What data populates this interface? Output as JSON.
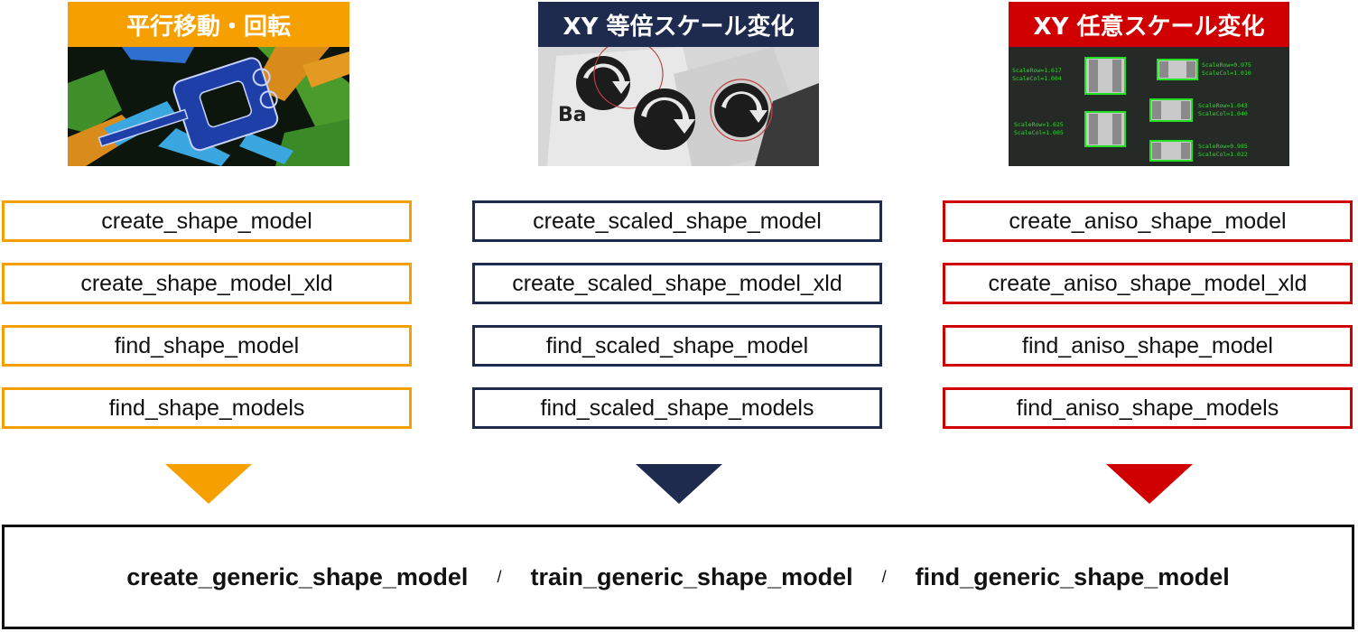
{
  "colors": {
    "orange": "#f5a000",
    "navy": "#1f2a4f",
    "red": "#d10000"
  },
  "columns": [
    {
      "key": "rigid",
      "header": "平行移動・回転",
      "header_color": "#f5a000",
      "functions": [
        "create_shape_model",
        "create_shape_model_xld",
        "find_shape_model",
        "find_shape_models"
      ]
    },
    {
      "key": "scaled",
      "header": "XY 等倍スケール変化",
      "header_color": "#1f2a4f",
      "functions": [
        "create_scaled_shape_model",
        "create_scaled_shape_model_xld",
        "find_scaled_shape_model",
        "find_scaled_shape_models"
      ]
    },
    {
      "key": "aniso",
      "header": "XY 任意スケール変化",
      "header_color": "#d10000",
      "functions": [
        "create_aniso_shape_model",
        "create_aniso_shape_model_xld",
        "find_aniso_shape_model",
        "find_aniso_shape_models"
      ]
    }
  ],
  "scaled_image": {
    "letters": "Ba"
  },
  "aniso_image": {
    "labels": [
      {
        "row": "ScaleRow=1.617",
        "col": "ScaleCol=1.004"
      },
      {
        "row": "ScaleRow=0.975",
        "col": "ScaleCol=1.010"
      },
      {
        "row": "ScaleRow=1.625",
        "col": "ScaleCol=1.005"
      },
      {
        "row": "ScaleRow=1.043",
        "col": "ScaleCol=1.040"
      },
      {
        "row": "ScaleRow=0.985",
        "col": "ScaleCol=1.022"
      }
    ]
  },
  "generic": {
    "functions": [
      "create_generic_shape_model",
      "train_generic_shape_model",
      "find_generic_shape_model"
    ],
    "separator": "/"
  }
}
